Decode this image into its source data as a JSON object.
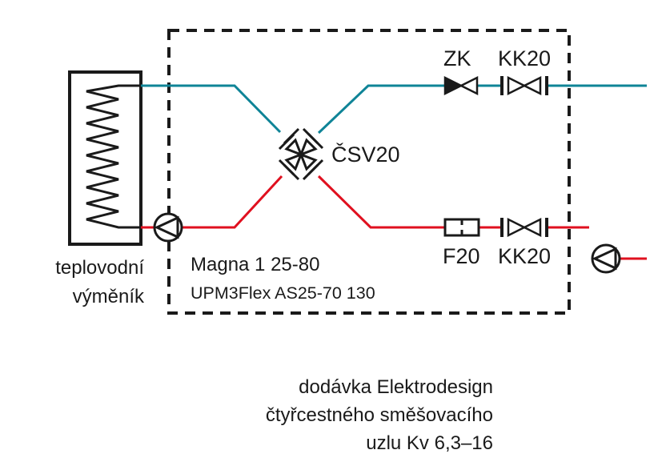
{
  "colors": {
    "supply_pipe": "#0f8497",
    "return_pipe": "#e0101f",
    "symbol": "#1a1a1a",
    "background": "#ffffff"
  },
  "heat_exchanger": {
    "label_line1": "teplovodní",
    "label_line2": "výměník",
    "icon": "coil-heat-exchanger-icon"
  },
  "mixing_valve": {
    "label": "ČSV20",
    "icon": "four-way-mixing-valve-icon"
  },
  "supply_line": {
    "components": [
      {
        "label": "ZK",
        "icon": "check-valve-icon"
      },
      {
        "label": "KK20",
        "icon": "ball-valve-icon"
      }
    ]
  },
  "return_line": {
    "components": [
      {
        "label": "F20",
        "icon": "filter-icon"
      },
      {
        "label": "KK20",
        "icon": "ball-valve-icon"
      }
    ]
  },
  "pump": {
    "model_line1": "Magna 1 25-80",
    "model_line2": "UPM3Flex AS25-70 130",
    "icon": "circulation-pump-icon"
  },
  "caption": {
    "line1": "dodávka Elektrodesign",
    "line2": "čtyřcestného směšovacího",
    "line3": "uzlu Kv 6,3–16"
  }
}
